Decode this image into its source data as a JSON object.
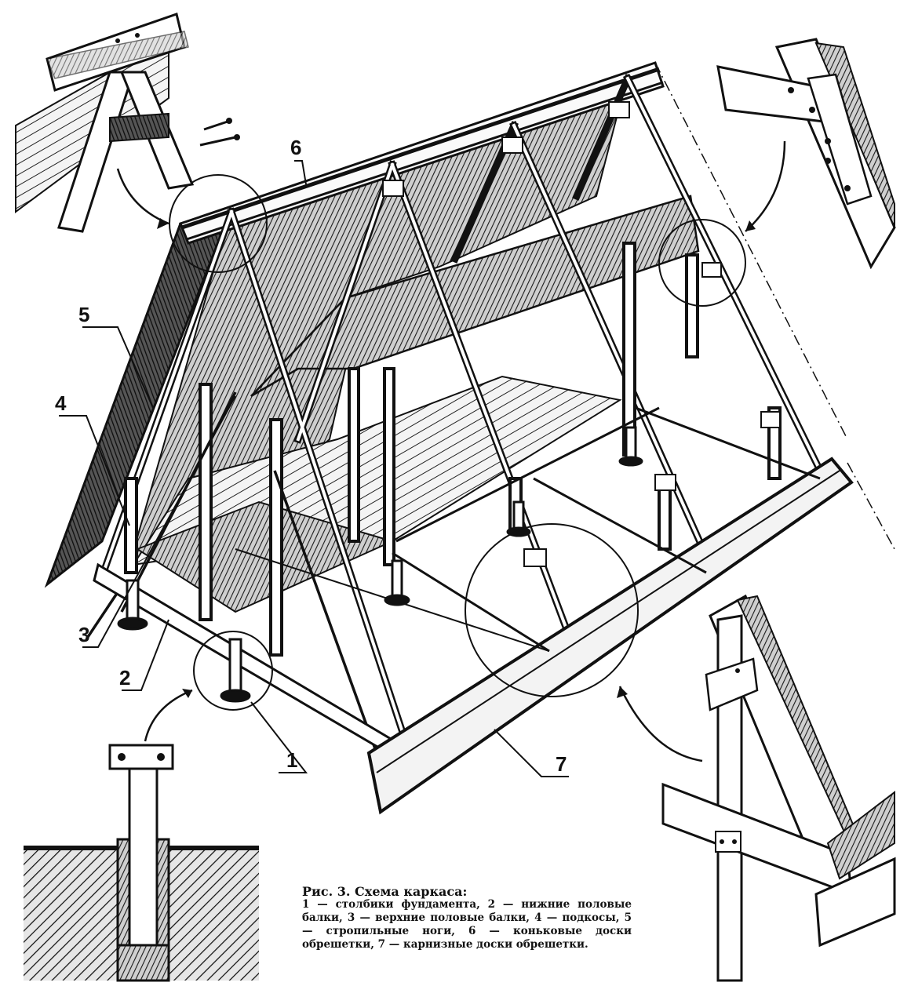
{
  "labels": {
    "l1": "1",
    "l2": "2",
    "l3": "3",
    "l4": "4",
    "l5": "5",
    "l6": "6",
    "l7": "7"
  },
  "caption": {
    "title": "Рис. 3. Схема каркаса:",
    "body": "1 — столбики фундамента, 2 — нижние половые балки, 3 — верхние половые балки, 4 — подкосы, 5 — стропильные ноги, 6 — коньковые доски обрешетки, 7 — карнизные доски обрешетки."
  },
  "colors": {
    "ink": "#111111",
    "paper": "#ffffff",
    "shade": "#3a3a3a"
  }
}
